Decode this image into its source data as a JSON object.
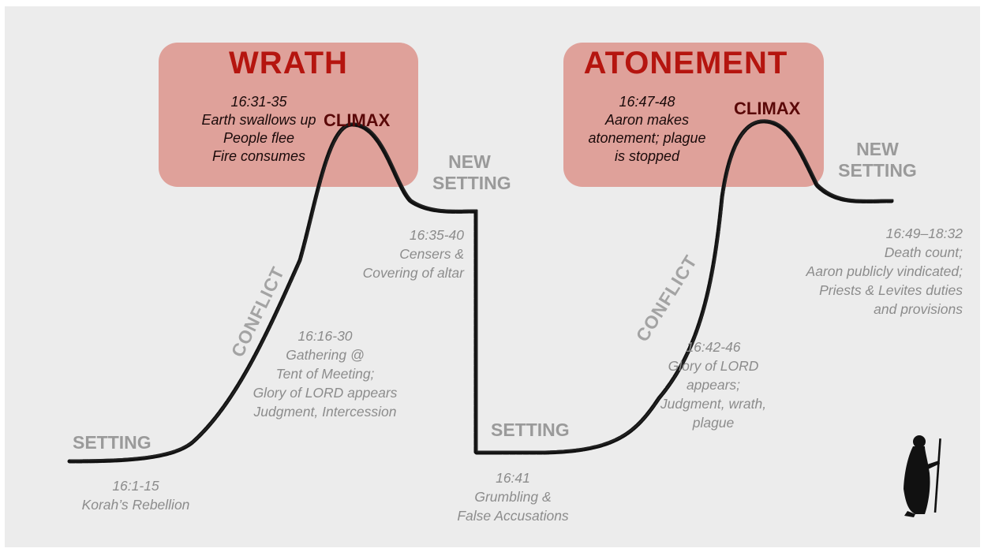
{
  "climax_boxes": [
    {
      "title": "WRATH",
      "climax": "CLIMAX",
      "text": "16:31-35\nEarth swallows up\nPeople flee\nFire consumes"
    },
    {
      "title": "ATONEMENT",
      "climax": "CLIMAX",
      "text": "16:47-48\nAaron makes\natonement; plague\nis stopped"
    }
  ],
  "stages": {
    "setting_1": "SETTING",
    "conflict_1": "CONFLICT",
    "new_setting_1": "NEW\nSETTING",
    "setting_2": "SETTING",
    "conflict_2": "CONFLICT",
    "new_setting_2": "NEW\nSETTING"
  },
  "notes": {
    "setting_1": "16:1-15\nKorah’s Rebellion",
    "conflict_1": "16:16-30\nGathering @\nTent of Meeting;\nGlory of LORD appears\nJudgment, Intercession",
    "new_setting_1": "16:35-40\nCensers &\nCovering of altar",
    "setting_2": "16:41\nGrumbling &\nFalse Accusations",
    "conflict_2": "16:42-46\nGlory of LORD\nappears;\nJudgment, wrath,\nplague",
    "new_setting_2": "16:49–18:32\nDeath count;\nAaron publicly vindicated;\nPriests & Levites duties\nand provisions"
  },
  "colors": {
    "background": "#ececec",
    "box_fill": "#d9837a",
    "box_title": "#b5150f",
    "stage_label": "#9a9a9a",
    "note_text": "#8c8c8c",
    "curve": "#111111"
  },
  "icons": [
    "figure-with-staff-icon"
  ]
}
